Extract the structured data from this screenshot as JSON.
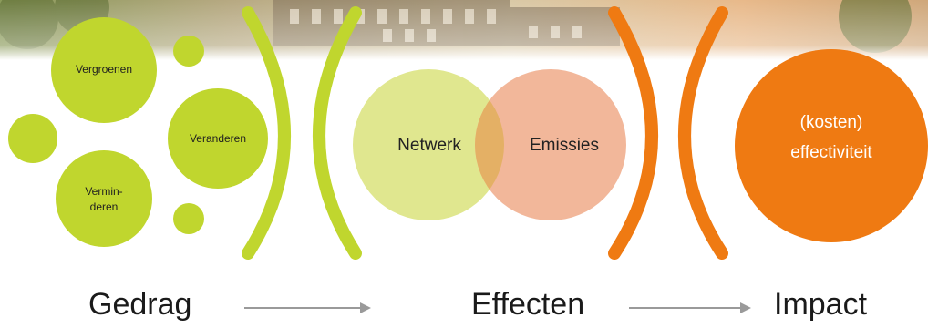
{
  "colors": {
    "green": "#c0d62e",
    "light_green": "#e0e78f",
    "salmon": "#f2b79a",
    "overlap": "#e4b065",
    "orange": "#ef7a12",
    "arrow": "#9a9a9a"
  },
  "behaviour_circles": [
    {
      "label": "Vergroenen"
    },
    {
      "label": "Veranderen"
    },
    {
      "label": "Vermin-\nderen"
    }
  ],
  "effects": {
    "left": "Netwerk",
    "right": "Emissies"
  },
  "impact": {
    "label": "(kosten)\neffectiviteit"
  },
  "stages": [
    "Gedrag",
    "Effecten",
    "Impact"
  ]
}
